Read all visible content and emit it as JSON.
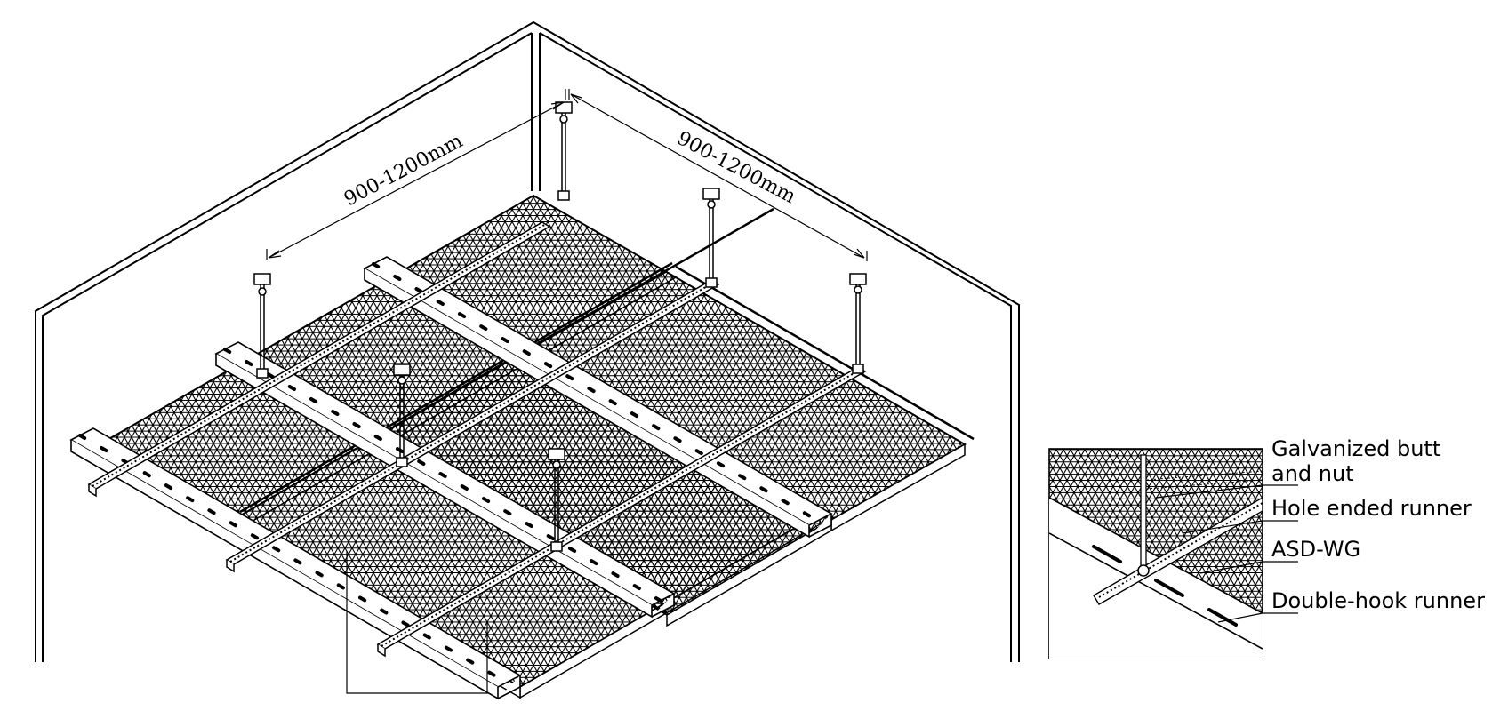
{
  "dimensions": {
    "left_span": "900-1200mm",
    "right_span": "900-1200mm"
  },
  "callouts": [
    {
      "id": "butt",
      "lines": [
        "Galvanized butt",
        "and nut"
      ]
    },
    {
      "id": "runner",
      "lines": [
        "Hole ended runner"
      ]
    },
    {
      "id": "panel",
      "lines": [
        "ASD-WG"
      ]
    },
    {
      "id": "hook",
      "lines": [
        "Double-hook runner"
      ]
    }
  ],
  "colors": {
    "line": "#000000",
    "background": "#ffffff"
  }
}
